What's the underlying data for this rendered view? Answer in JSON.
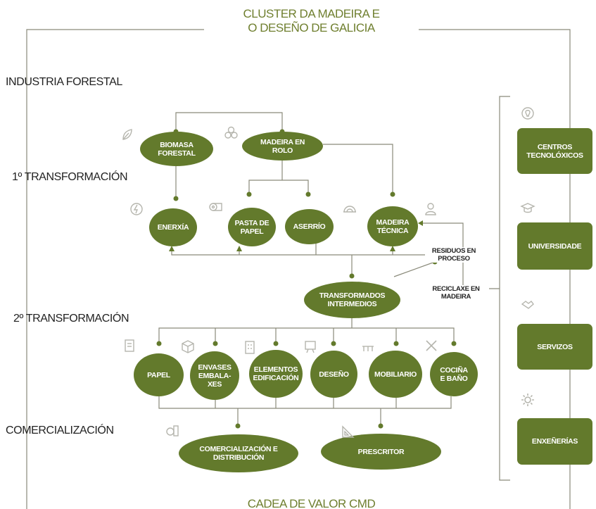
{
  "header": {
    "title_line1": "CLUSTER DA MADEIRA E",
    "title_line2": "O DESEÑO DE GALICIA"
  },
  "footer": {
    "title": "CADEA DE VALOR CMD"
  },
  "sections": {
    "industria": "INDUSTRIA FORESTAL",
    "first": "1º TRANSFORMACIÓN",
    "second": "2º TRANSFORMACIÓN",
    "commercial": "COMERCIALIZACIÓN"
  },
  "nodes": {
    "biomasa": "BIOMASA\nFORESTAL",
    "madeira_rolo": "MADEIRA EN\nROLO",
    "enerxia": "ENERXÍA",
    "pasta": "PASTA DE\nPAPEL",
    "aserrio": "ASERRÍO",
    "madeira_tecnica": "MADEIRA\nTÉCNICA",
    "transformados": "TRANSFORMADOS\nINTERMEDIOS",
    "papel": "PAPEL",
    "envases": "ENVASES\nEMBALA-\nXES",
    "elementos": "ELEMENTOS\nEDIFICACIÓN",
    "deseno": "DESEÑO",
    "mobiliario": "MOBILIARIO",
    "cocina": "COCIÑA\nE BAÑO",
    "comercializacion": "COMERCIALIZACIÓN E\nDISTRIBUCIÓN",
    "prescritor": "PRESCRITOR"
  },
  "notes": {
    "residuos": "RESIDUOS EN\nPROCESO",
    "reciclaxe": "RECICLAXE EN\nMADEIRA"
  },
  "side": {
    "centros": "CENTROS\nTECNOLÓXICOS",
    "universidade": "UNIVERSIDADE",
    "servizos": "SERVIZOS",
    "enxenerias": "ENXEÑERÍAS"
  },
  "colors": {
    "node": "#637a2c",
    "line": "#8a8a7a",
    "icon": "#b5b5ad"
  }
}
